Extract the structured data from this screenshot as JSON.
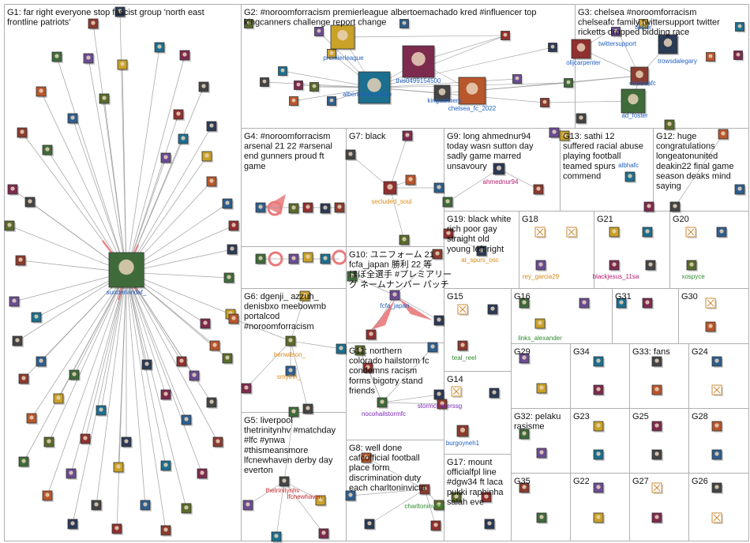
{
  "colors": {
    "background": "#ffffff",
    "grid": "#b0b0b0",
    "edge": "#9a9a9a",
    "hub_edge": "#e9797b",
    "label_blue": "#1f5fbf",
    "label_orange": "#d98a17",
    "label_purple": "#7a27b8",
    "label_green": "#2f8a2f",
    "label_red": "#c0262d",
    "label_magenta": "#b5196e"
  },
  "groups": [
    {
      "id": "G1",
      "lines": [
        "G1: far right everyone stop fascist group 'north east",
        "frontline patriots'"
      ]
    },
    {
      "id": "G2",
      "lines": [
        "G2: #noroomforracism premierleague albertoemachado kred #influencer top",
        "kingcanners challenge report change"
      ]
    },
    {
      "id": "G3",
      "lines": [
        "G3: chelsea #noroomforracism",
        "chelseafc family twittersupport twitter",
        "ricketts dropped bidding race"
      ]
    },
    {
      "id": "G4",
      "lines": [
        "G4: #noroomforracism",
        "arsenal 21 22 #arsenal",
        "end gunners proud ft",
        "game"
      ]
    },
    {
      "id": "G7",
      "lines": [
        "G7: black"
      ]
    },
    {
      "id": "G9",
      "lines": [
        "G9: long ahmednur94",
        "today wasn sutton day",
        "sadly game marred",
        "unsavoury"
      ]
    },
    {
      "id": "G13",
      "lines": [
        "G13: sathi 12",
        "suffered racial abuse",
        "playing football",
        "teamed spurs",
        "commend"
      ]
    },
    {
      "id": "G12",
      "lines": [
        "G12: huge",
        "congratulations",
        "longeatonunited",
        "deakin22 final game",
        "season deaks mind",
        "saying"
      ]
    },
    {
      "id": "G19",
      "lines": [
        "G19: black white",
        "rich poor gay",
        "straight old",
        "young left right"
      ]
    },
    {
      "id": "G18",
      "lines": [
        "G18"
      ]
    },
    {
      "id": "G21",
      "lines": [
        "G21"
      ]
    },
    {
      "id": "G20",
      "lines": [
        "G20"
      ]
    },
    {
      "id": "G10",
      "lines": [
        "G10: ユニフォーム 21",
        "fcfa_japan 勝利 22 等",
        "ほぼ全選手 #プレミアリー",
        "グ ネームナンバー パッチ"
      ]
    },
    {
      "id": "G6",
      "lines": [
        "G6: dgenji_ azzuh_",
        "denisbxo meebowmb",
        "portalcod",
        "#noroomforracism"
      ]
    },
    {
      "id": "G15",
      "lines": [
        "G15"
      ]
    },
    {
      "id": "G16",
      "lines": [
        "G16"
      ]
    },
    {
      "id": "G31",
      "lines": [
        "G31"
      ]
    },
    {
      "id": "G30",
      "lines": [
        "G30"
      ]
    },
    {
      "id": "G11",
      "lines": [
        "G11: northern",
        "colorado hailstorm fc",
        "condemns racism",
        "forms bigotry stand",
        "friends"
      ]
    },
    {
      "id": "G29",
      "lines": [
        "G29"
      ]
    },
    {
      "id": "G34",
      "lines": [
        "G34"
      ]
    },
    {
      "id": "G33",
      "lines": [
        "G33: fans"
      ]
    },
    {
      "id": "G24",
      "lines": [
        "G24"
      ]
    },
    {
      "id": "G14",
      "lines": [
        "G14"
      ]
    },
    {
      "id": "G5",
      "lines": [
        "G5: liverpool",
        "thetrinitynhv #matchday",
        "#lfc #ynwa",
        "#thismeansmore",
        "lfcnewhaven derby day",
        "everton"
      ]
    },
    {
      "id": "G8",
      "lines": [
        "G8: well done",
        "cafcofficial football",
        "place form",
        "discrimination duty",
        "each charltoninvicta"
      ]
    },
    {
      "id": "G32",
      "lines": [
        "G32: pelaku",
        "rasisme"
      ]
    },
    {
      "id": "G23",
      "lines": [
        "G23"
      ]
    },
    {
      "id": "G25",
      "lines": [
        "G25"
      ]
    },
    {
      "id": "G28",
      "lines": [
        "G28"
      ]
    },
    {
      "id": "G17",
      "lines": [
        "G17: mount",
        "officialfpl line",
        "#dgw34 ft laca",
        "pukki raphinha",
        "salah eve"
      ]
    },
    {
      "id": "G35",
      "lines": [
        "G35"
      ]
    },
    {
      "id": "G22",
      "lines": [
        "G22"
      ]
    },
    {
      "id": "G27",
      "lines": [
        "G27"
      ]
    },
    {
      "id": "G26",
      "lines": [
        "G26"
      ]
    }
  ],
  "node_labels": [
    "sunderlandaf_",
    "premierleague",
    "albertoemachado",
    "this0499154500",
    "kingcanners",
    "chelsea_fc_2022",
    "twittersupport",
    "olijcarpenter",
    "trowsdalegary",
    "chelseafc",
    "ad_foster",
    "twitter",
    "secluded_soul",
    "ahmednur94",
    "albhafc",
    "fcfa_japan",
    "benwilson_",
    "smythh_",
    "nocohailstormfc",
    "stormchaserssg",
    "rey_garcia29",
    "blackjesus_11sa",
    "xospyce",
    "at_spurs_osc",
    "links_alexander",
    "teal_reel",
    "burgoyneh1",
    "charltoninvicta",
    "thetrinitynhv",
    "lfcnewhaven"
  ]
}
